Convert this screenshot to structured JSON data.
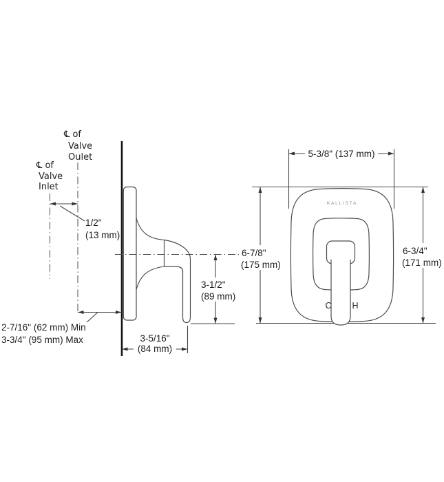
{
  "side_view": {
    "outlet_label": {
      "line1": "℄ of",
      "line2": "Valve",
      "line3": "Oulet"
    },
    "inlet_label": {
      "line1": "℄ of",
      "line2": "Valve",
      "line3": "Inlet"
    },
    "offset_dim": {
      "value": "1/2\"",
      "metric": "(13 mm)"
    },
    "rough_in_dim": {
      "min": "2-7/16\" (62 mm) Min",
      "max": "3-3/4\" (95 mm) Max"
    },
    "handle_drop_dim": {
      "value": "3-1/2\"",
      "metric": "(89 mm)"
    },
    "depth_dim": {
      "value": "3-5/16\"",
      "metric": "(84 mm)"
    }
  },
  "front_view": {
    "brand": "KALLISTA",
    "cold_marker": "C",
    "hot_marker": "H",
    "width_dim": "5-3/8\" (137 mm)",
    "height_overall_dim": {
      "value": "6-7/8\"",
      "metric": "(175 mm)"
    },
    "height_plate_dim": {
      "value": "6-3/4\"",
      "metric": "(171 mm)"
    }
  },
  "colors": {
    "line": "#454545",
    "wall": "#161616",
    "text": "#1d1d1d",
    "brand_text": "#8b8b8b",
    "background": "#ffffff"
  }
}
